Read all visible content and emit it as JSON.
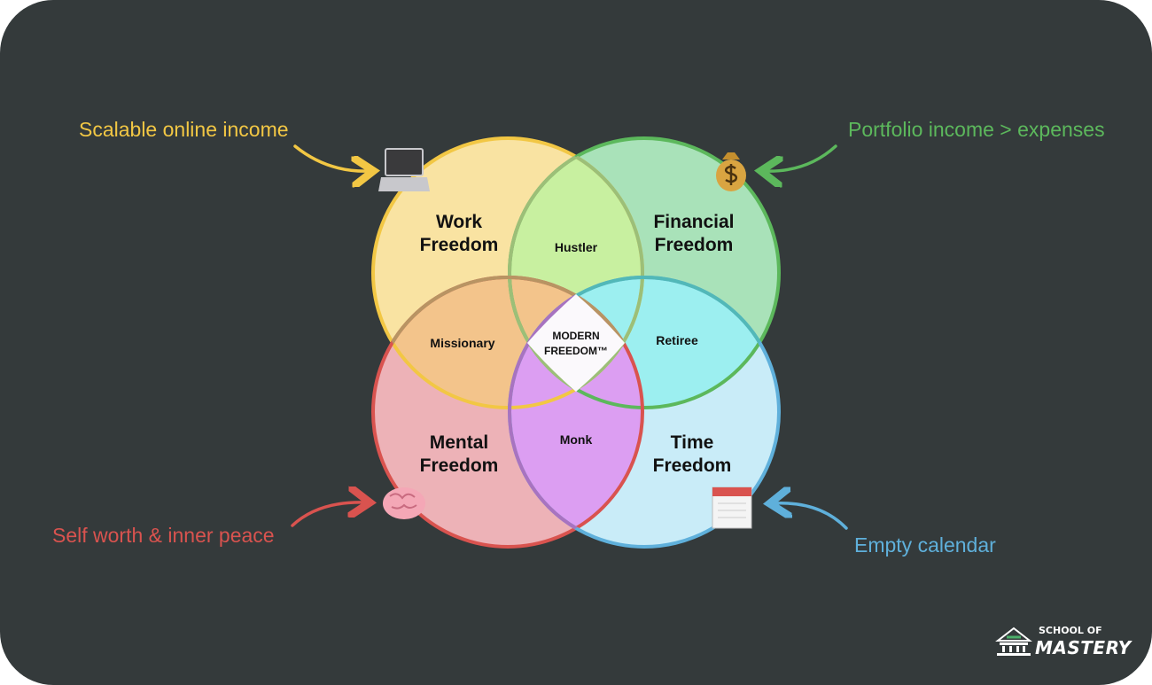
{
  "annotations": {
    "work": "Scalable online income",
    "financial": "Portfolio income > expenses",
    "mental": "Self worth & inner peace",
    "time": "Empty calendar"
  },
  "circles": {
    "work": [
      "Work",
      "Freedom"
    ],
    "financial": [
      "Financial",
      "Freedom"
    ],
    "mental": [
      "Mental",
      "Freedom"
    ],
    "time": [
      "Time",
      "Freedom"
    ]
  },
  "overlaps": {
    "hustler": "Hustler",
    "missionary": "Missionary",
    "retiree": "Retiree",
    "monk": "Monk"
  },
  "center": [
    "MODERN",
    "FREEDOM™"
  ],
  "logo": {
    "line1": "SCHOOL OF",
    "line2": "MASTERY"
  },
  "colors": {
    "background": "#343a3b",
    "work": "#f2c744",
    "financial": "#5cb85c",
    "mental": "#d9534f",
    "time": "#5fb0db"
  },
  "icons": {
    "work": "laptop-icon",
    "financial": "money-bag-icon",
    "mental": "brain-icon",
    "time": "calendar-icon"
  }
}
